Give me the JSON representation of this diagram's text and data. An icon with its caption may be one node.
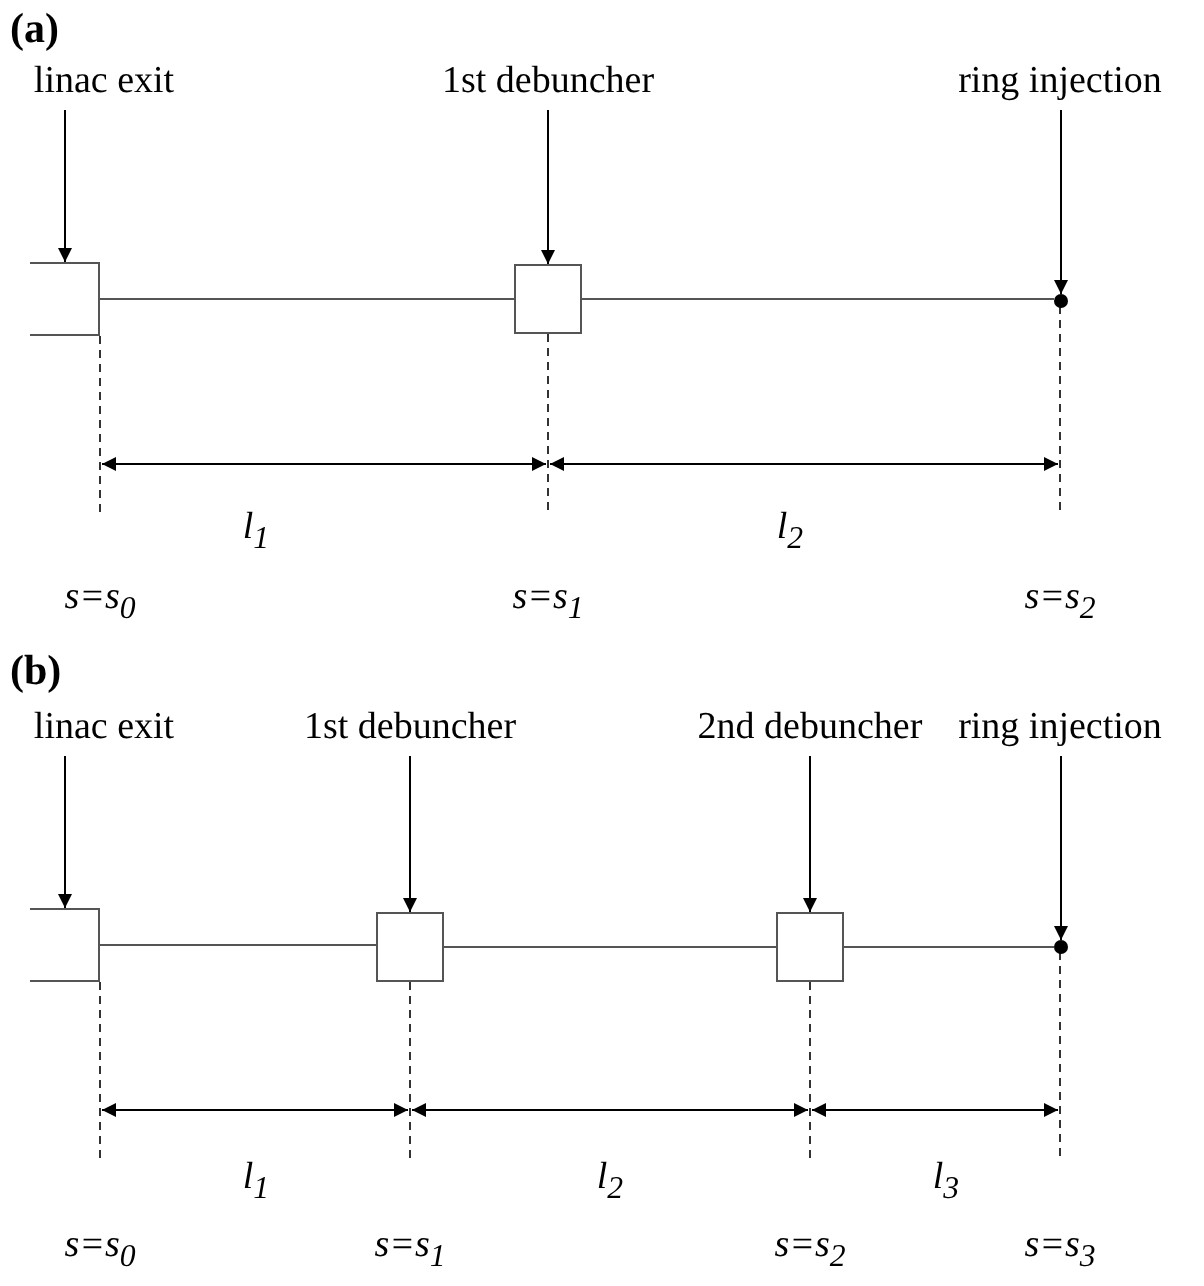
{
  "diagram": {
    "nodes": [
      {
        "text": [
          "linac exit"
        ]
      },
      {
        "text": [
          "1st debuncher"
        ]
      },
      {
        "text": [
          "ring injection"
        ]
      },
      {
        "text": [],
        "shape": "box"
      },
      {
        "text": [],
        "shape": "box"
      },
      {
        "text": [],
        "shape": "circle"
      },
      {
        "text": [
          "linac exit"
        ]
      },
      {
        "text": [
          "1st debuncher"
        ]
      },
      {
        "text": [
          "2nd debuncher"
        ]
      },
      {
        "text": [
          "ring injection"
        ]
      },
      {
        "text": [],
        "shape": "box"
      },
      {
        "text": [],
        "shape": "box"
      },
      {
        "text": [],
        "shape": "box"
      },
      {
        "text": [],
        "shape": "circle"
      }
    ],
    "edges": [
      {
        "from": 0,
        "to": 3,
        "arrow": "to"
      },
      {
        "from": 1,
        "to": 4,
        "arrow": "to"
      },
      {
        "from": 2,
        "to": 5,
        "arrow": "to"
      },
      {
        "from": 3,
        "to": 4,
        "arrow": "none"
      },
      {
        "from": 4,
        "to": 5,
        "arrow": "none"
      },
      {
        "from": 6,
        "to": 10,
        "arrow": "to"
      },
      {
        "from": 7,
        "to": 11,
        "arrow": "to"
      },
      {
        "from": 8,
        "to": 12,
        "arrow": "to"
      },
      {
        "from": 9,
        "to": 13,
        "arrow": "to"
      },
      {
        "from": 10,
        "to": 11,
        "arrow": "none"
      },
      {
        "from": 11,
        "to": 12,
        "arrow": "none"
      },
      {
        "from": 12,
        "to": 13,
        "arrow": "none"
      }
    ],
    "labels": [
      "(a)",
      "l$_{1}$",
      "l$_{2}$",
      "s=s$_{0}$",
      "s=s$_{1}$",
      "s=s$_{2}$",
      "(b)",
      "l$_{1}$",
      "l$_{2}$",
      "l$_{3}$",
      "s=s$_{0}$",
      "s=s$_{1}$",
      "s=s$_{2}$",
      "s=s$_{3}$"
    ]
  }
}
